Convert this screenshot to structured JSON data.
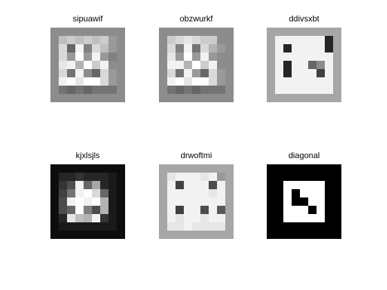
{
  "panels": [
    {
      "title": "sipuawif",
      "pixels": [
        [
          0.55,
          0.55,
          0.55,
          0.55,
          0.55,
          0.55,
          0.55,
          0.55,
          0.55
        ],
        [
          0.55,
          0.75,
          0.8,
          0.75,
          0.8,
          0.75,
          0.8,
          0.6,
          0.55
        ],
        [
          0.55,
          0.85,
          0.4,
          0.95,
          0.5,
          0.85,
          0.75,
          0.6,
          0.55
        ],
        [
          0.55,
          0.85,
          0.6,
          1.0,
          0.6,
          0.95,
          0.6,
          0.5,
          0.55
        ],
        [
          0.55,
          0.9,
          0.95,
          0.7,
          1.0,
          0.8,
          0.95,
          0.55,
          0.55
        ],
        [
          0.55,
          0.85,
          0.45,
          0.95,
          0.55,
          0.4,
          0.85,
          0.6,
          0.55
        ],
        [
          0.55,
          0.95,
          1.0,
          0.9,
          1.0,
          1.0,
          0.85,
          0.6,
          0.55
        ],
        [
          0.55,
          0.45,
          0.4,
          0.45,
          0.4,
          0.45,
          0.45,
          0.45,
          0.55
        ],
        [
          0.55,
          0.55,
          0.55,
          0.55,
          0.55,
          0.55,
          0.55,
          0.55,
          0.55
        ]
      ]
    },
    {
      "title": "obzwurkf",
      "pixels": [
        [
          0.55,
          0.55,
          0.55,
          0.55,
          0.55,
          0.55,
          0.55,
          0.55,
          0.55
        ],
        [
          0.55,
          0.8,
          0.85,
          0.9,
          0.85,
          0.8,
          0.8,
          0.55,
          0.55
        ],
        [
          0.55,
          0.85,
          0.5,
          0.95,
          0.45,
          0.85,
          0.7,
          0.6,
          0.55
        ],
        [
          0.55,
          0.9,
          0.6,
          1.0,
          0.6,
          0.95,
          0.6,
          0.55,
          0.55
        ],
        [
          0.55,
          0.95,
          0.95,
          0.7,
          1.0,
          0.8,
          0.95,
          0.55,
          0.55
        ],
        [
          0.55,
          0.85,
          0.45,
          0.95,
          0.6,
          0.4,
          0.85,
          0.6,
          0.55
        ],
        [
          0.55,
          0.95,
          1.0,
          0.9,
          1.0,
          1.0,
          0.85,
          0.6,
          0.55
        ],
        [
          0.55,
          0.45,
          0.4,
          0.45,
          0.4,
          0.45,
          0.45,
          0.45,
          0.55
        ],
        [
          0.55,
          0.55,
          0.55,
          0.55,
          0.55,
          0.55,
          0.55,
          0.55,
          0.55
        ]
      ]
    },
    {
      "title": "ddivsxbt",
      "pixels": [
        [
          0.65,
          0.65,
          0.65,
          0.65,
          0.65,
          0.65,
          0.65,
          0.65,
          0.65
        ],
        [
          0.65,
          0.95,
          0.95,
          0.95,
          0.95,
          0.95,
          0.95,
          0.15,
          0.65
        ],
        [
          0.65,
          0.95,
          0.15,
          0.95,
          0.95,
          0.95,
          0.95,
          0.15,
          0.65
        ],
        [
          0.65,
          0.95,
          0.95,
          0.95,
          0.95,
          0.95,
          0.95,
          0.95,
          0.65
        ],
        [
          0.65,
          0.95,
          0.15,
          0.95,
          0.95,
          0.4,
          0.55,
          0.95,
          0.65
        ],
        [
          0.65,
          0.95,
          0.15,
          0.95,
          0.95,
          0.95,
          0.25,
          0.95,
          0.65
        ],
        [
          0.65,
          0.95,
          0.95,
          0.95,
          0.95,
          0.95,
          0.95,
          0.95,
          0.65
        ],
        [
          0.65,
          0.95,
          0.95,
          0.95,
          0.95,
          0.95,
          0.95,
          0.95,
          0.65
        ],
        [
          0.65,
          0.65,
          0.65,
          0.65,
          0.65,
          0.65,
          0.65,
          0.65,
          0.65
        ]
      ]
    },
    {
      "title": "kjxlsjls",
      "pixels": [
        [
          0.05,
          0.05,
          0.05,
          0.05,
          0.05,
          0.05,
          0.05,
          0.05,
          0.05
        ],
        [
          0.05,
          0.15,
          0.15,
          0.2,
          0.15,
          0.15,
          0.15,
          0.1,
          0.05
        ],
        [
          0.05,
          0.2,
          0.3,
          0.95,
          0.4,
          0.65,
          0.15,
          0.1,
          0.05
        ],
        [
          0.05,
          0.25,
          0.45,
          0.95,
          1.0,
          0.85,
          0.4,
          0.1,
          0.05
        ],
        [
          0.05,
          0.3,
          0.95,
          1.0,
          0.95,
          1.0,
          0.7,
          0.1,
          0.05
        ],
        [
          0.05,
          0.3,
          0.4,
          1.0,
          0.5,
          0.3,
          0.7,
          0.1,
          0.05
        ],
        [
          0.05,
          0.15,
          0.9,
          0.75,
          0.7,
          0.95,
          0.2,
          0.1,
          0.05
        ],
        [
          0.05,
          0.1,
          0.1,
          0.1,
          0.1,
          0.1,
          0.1,
          0.1,
          0.05
        ],
        [
          0.05,
          0.05,
          0.05,
          0.05,
          0.05,
          0.05,
          0.05,
          0.05,
          0.05
        ]
      ]
    },
    {
      "title": "drwoftmi",
      "pixels": [
        [
          0.65,
          0.65,
          0.65,
          0.65,
          0.65,
          0.65,
          0.65,
          0.65,
          0.65
        ],
        [
          0.65,
          0.9,
          0.95,
          0.95,
          0.95,
          0.9,
          0.95,
          0.6,
          0.65
        ],
        [
          0.65,
          0.95,
          0.25,
          0.95,
          0.95,
          0.95,
          0.3,
          0.95,
          0.65
        ],
        [
          0.65,
          0.95,
          0.95,
          0.95,
          0.95,
          0.95,
          0.9,
          0.95,
          0.65
        ],
        [
          0.65,
          0.95,
          0.95,
          0.95,
          0.95,
          0.95,
          0.95,
          0.95,
          0.65
        ],
        [
          0.65,
          0.95,
          0.25,
          0.95,
          0.95,
          0.3,
          0.95,
          0.35,
          0.65
        ],
        [
          0.65,
          0.95,
          0.9,
          0.95,
          0.95,
          0.9,
          0.95,
          0.95,
          0.65
        ],
        [
          0.65,
          0.9,
          0.9,
          0.95,
          0.9,
          0.9,
          0.9,
          0.9,
          0.65
        ],
        [
          0.65,
          0.65,
          0.65,
          0.65,
          0.65,
          0.65,
          0.65,
          0.65,
          0.65
        ]
      ]
    },
    {
      "title": "diagonal",
      "pixels": [
        [
          0,
          0,
          0,
          0,
          0,
          0,
          0,
          0,
          0
        ],
        [
          0,
          0,
          0,
          0,
          0,
          0,
          0,
          0,
          0
        ],
        [
          0,
          0,
          1,
          1,
          1,
          1,
          1,
          0,
          0
        ],
        [
          0,
          0,
          1,
          0,
          1,
          1,
          1,
          0,
          0
        ],
        [
          0,
          0,
          1,
          0,
          0,
          1,
          1,
          0,
          0
        ],
        [
          0,
          0,
          1,
          1,
          1,
          0,
          1,
          0,
          0
        ],
        [
          0,
          0,
          1,
          1,
          1,
          1,
          1,
          0,
          0
        ],
        [
          0,
          0,
          0,
          0,
          0,
          0,
          0,
          0,
          0
        ],
        [
          0,
          0,
          0,
          0,
          0,
          0,
          0,
          0,
          0
        ]
      ]
    }
  ]
}
